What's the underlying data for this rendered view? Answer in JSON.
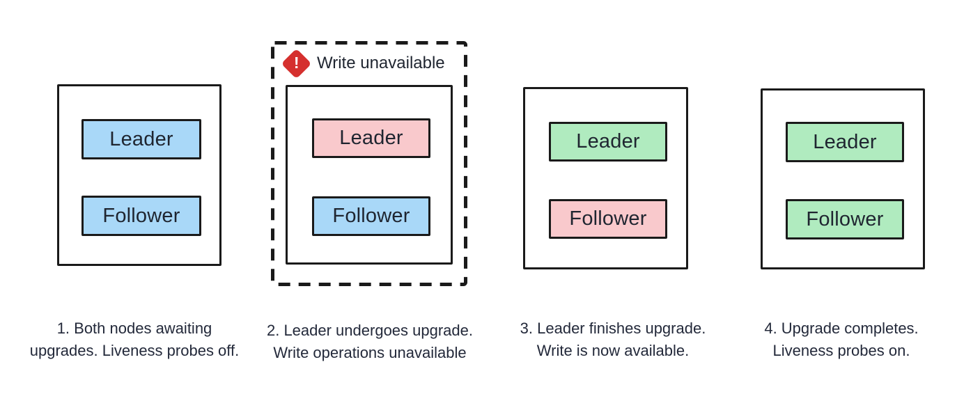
{
  "palette": {
    "node_blue": "#A9D8F8",
    "node_pink": "#F9C9CC",
    "node_green": "#B0EBBF",
    "warning_red": "#D5302E",
    "outline_black": "#1A1A1A",
    "text_dark": "#1F2530"
  },
  "warning_badge": {
    "icon": "warning-diamond-icon",
    "exclamation": "!",
    "label": "Write unavailable"
  },
  "panels": [
    {
      "step": "1",
      "nodes": [
        {
          "label": "Leader",
          "color": "#A9D8F8"
        },
        {
          "label": "Follower",
          "color": "#A9D8F8"
        }
      ],
      "caption": {
        "line1": "1. Both nodes awaiting",
        "line2": "upgrades. Liveness probes off."
      }
    },
    {
      "step": "2",
      "badge_label": "Write unavailable",
      "nodes": [
        {
          "label": "Leader",
          "color": "#F9C9CC"
        },
        {
          "label": "Follower",
          "color": "#A9D8F8"
        }
      ],
      "caption": {
        "line1": "2. Leader undergoes upgrade.",
        "line2": "Write operations unavailable"
      }
    },
    {
      "step": "3",
      "nodes": [
        {
          "label": "Leader",
          "color": "#B0EBBF"
        },
        {
          "label": "Follower",
          "color": "#F9C9CC"
        }
      ],
      "caption": {
        "line1": "3. Leader finishes upgrade.",
        "line2": "Write is now available."
      }
    },
    {
      "step": "4",
      "nodes": [
        {
          "label": "Leader",
          "color": "#B0EBBF"
        },
        {
          "label": "Follower",
          "color": "#B0EBBF"
        }
      ],
      "caption": {
        "line1": "4. Upgrade completes.",
        "line2": "Liveness probes on."
      }
    }
  ]
}
